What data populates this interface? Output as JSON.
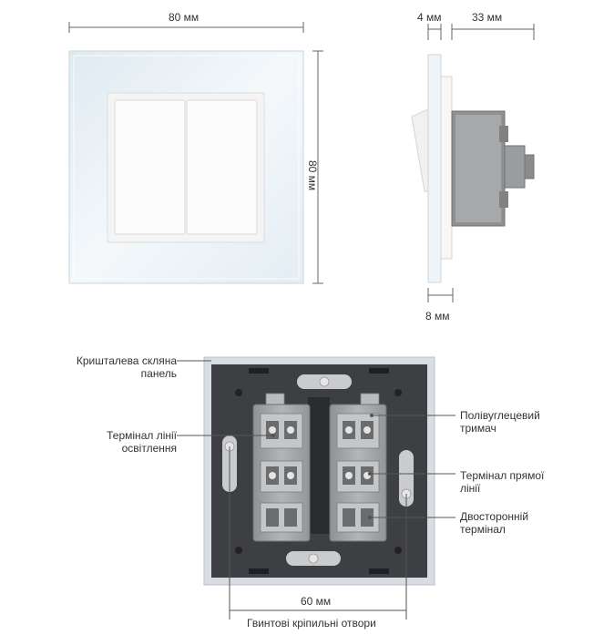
{
  "front": {
    "width_label": "80 мм",
    "height_label": "80 мм"
  },
  "side": {
    "top_left_label": "4 мм",
    "top_right_label": "33 мм",
    "bottom_label": "8 мм"
  },
  "back": {
    "callouts": {
      "glass_panel": [
        "Кришталева скляна",
        "панель"
      ],
      "light_terminal": [
        "Термінал лінії",
        "освітлення"
      ],
      "pc_holder": [
        "Полівуглецевий",
        "тримач"
      ],
      "direct_line_terminal": [
        "Термінал прямої",
        "лінії"
      ],
      "two_way_terminal": [
        "Двосторонній",
        "термінал"
      ]
    },
    "width_label": "60 мм",
    "screw_holes_label": "Гвинтові кріпильні отвори"
  },
  "colors": {
    "glass": "#e9f1f6",
    "switch": "#f8f8f8",
    "backplate": "#3b3d41",
    "module": "#a3a5a7",
    "line": "#555555"
  }
}
